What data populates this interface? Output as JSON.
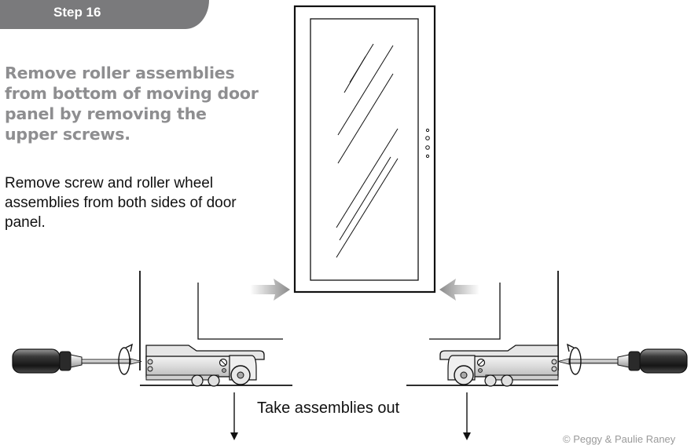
{
  "step": {
    "label": "Step 16"
  },
  "instruction": {
    "headline": "Remove roller assemblies from bottom of moving door panel by removing the upper screws.",
    "body": "Remove screw and roller wheel assemblies from both sides of door panel."
  },
  "diagram": {
    "caption": "Take assemblies out",
    "copyright": "© Peggy & Paulie Raney",
    "icons": [
      "door-panel-icon",
      "screwdriver-icon",
      "rotation-arrow-icon",
      "roller-assembly-icon",
      "push-arrow-icon",
      "down-arrow-icon"
    ]
  }
}
